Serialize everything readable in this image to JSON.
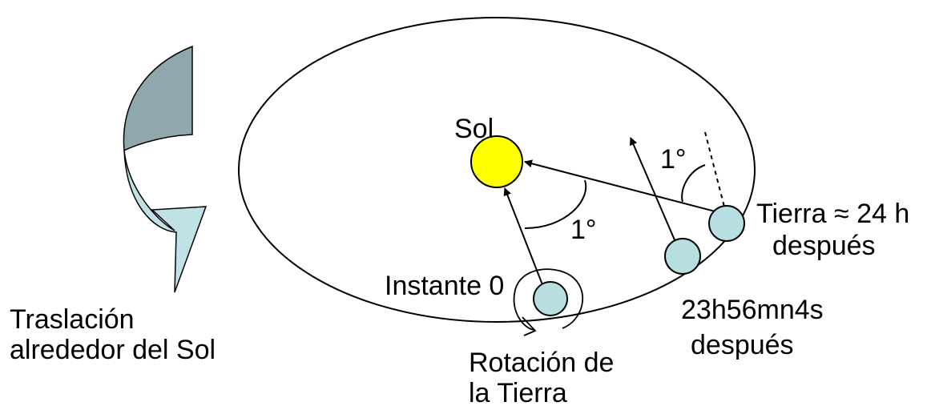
{
  "labels": {
    "sun": "Sol",
    "angle_right": "1°",
    "angle_left": "1°",
    "earth_24h_line1": "Tierra ≈ 24 h",
    "earth_24h_line2": "después",
    "instant_zero": "Instante 0",
    "sidereal_line1": "23h56mn4s",
    "sidereal_line2": "después",
    "rotation_line1": "Rotación de",
    "rotation_line2": "la Tierra",
    "translation_line1": "Traslación",
    "translation_line2": "alrededor del Sol"
  },
  "colors": {
    "sun_fill": "#ffff00",
    "earth_fill": "#b7dfe2",
    "arrow_dark": "#8fa8ae",
    "arrow_light": "#c0e2e6",
    "stroke": "#000000"
  }
}
